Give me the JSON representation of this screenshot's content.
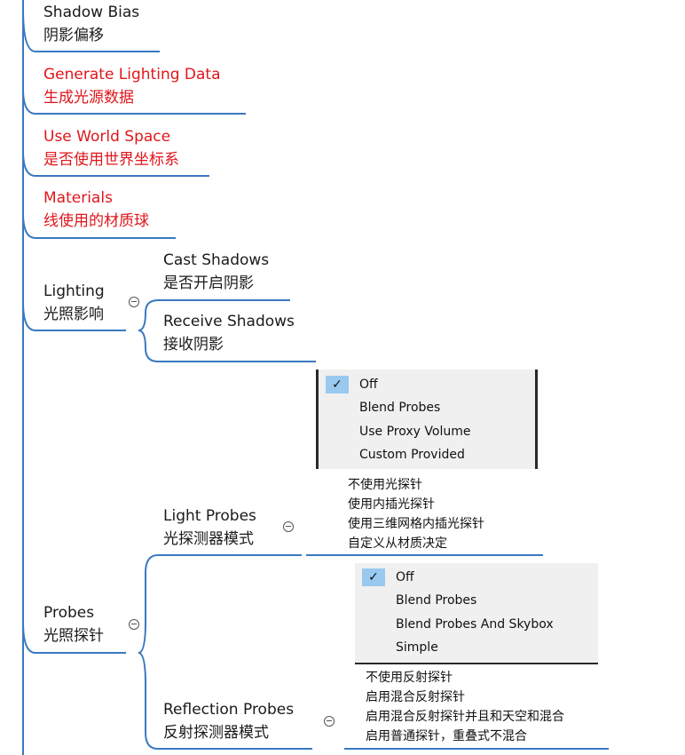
{
  "nodes": {
    "shadow_bias": {
      "en": "Shadow Bias",
      "zh": "阴影偏移"
    },
    "generate_lighting": {
      "en": "Generate Lighting Data",
      "zh": "生成光源数据"
    },
    "use_world_space": {
      "en": "Use World Space",
      "zh": "是否使用世界坐标系"
    },
    "materials": {
      "en": "Materials",
      "zh": "线使用的材质球"
    },
    "lighting": {
      "en": "Lighting",
      "zh": "光照影响"
    },
    "cast_shadows": {
      "en": "Cast Shadows",
      "zh": "是否开启阴影"
    },
    "receive_shadows": {
      "en": "Receive Shadows",
      "zh": "接收阴影"
    },
    "probes": {
      "en": "Probes",
      "zh": "光照探针"
    },
    "light_probes": {
      "en": "Light Probes",
      "zh": "光探测器模式"
    },
    "reflection_probes": {
      "en": "Reflection Probes",
      "zh": "反射探测器模式"
    }
  },
  "light_probes_menu": {
    "check": "✓",
    "items": [
      "Off",
      "Blend Probes",
      "Use Proxy Volume",
      "Custom Provided"
    ]
  },
  "light_probes_notes": [
    "不使用光探针",
    "使用内插光探针",
    "使用三维网格内插光探针",
    "自定义从材质决定"
  ],
  "reflection_probes_menu": {
    "check": "✓",
    "items": [
      "Off",
      "Blend Probes",
      "Blend Probes And Skybox",
      "Simple"
    ]
  },
  "reflection_probes_notes": [
    "不使用反射探针",
    "启用混合反射探针",
    "启用混合反射探针并且和天空和混合",
    "启用普通探针，重叠式不混合"
  ],
  "colors": {
    "branch": "#3a78c2",
    "highlight_text": "#e0161b",
    "menu_check_bg": "#99c9ef"
  }
}
